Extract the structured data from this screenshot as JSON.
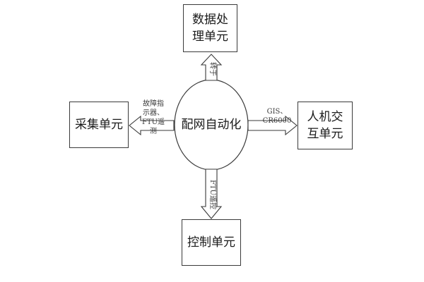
{
  "nodes": {
    "hub": "配网自动化",
    "data_processing": "数据处理单元",
    "collection": "采集单元",
    "hmi": "人机交互单元",
    "control": "控制单元"
  },
  "arrows": {
    "top": "转于",
    "left": "故障指示器、FTU遥测",
    "right": "GIS、CR6000",
    "bottom": "FTU遥控"
  },
  "colors": {
    "line": "#3a3a3a",
    "fill": "#ffffff",
    "text": "#1a1a1a"
  }
}
